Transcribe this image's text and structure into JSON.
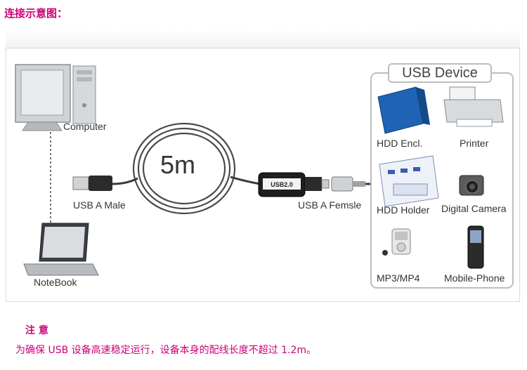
{
  "header": {
    "title": "连接示意图："
  },
  "diagram": {
    "computer_label": "Computer",
    "notebook_label": "NoteBook",
    "male_label": "USB  A Male",
    "female_label": "USB A Femsle",
    "cable_length": "5m",
    "repeater_label": "USB2.0",
    "device_panel": {
      "title": "USB Device",
      "items": [
        {
          "label": "HDD Encl.",
          "icon": "hdd-enclosure-icon"
        },
        {
          "label": "Printer",
          "icon": "printer-icon"
        },
        {
          "label": "HDD Holder",
          "icon": "hdd-holder-icon"
        },
        {
          "label": "Digital Camera",
          "icon": "camera-icon"
        },
        {
          "label": "MP3/MP4",
          "icon": "mp3-player-icon"
        },
        {
          "label": "Mobile-Phone",
          "icon": "mobile-phone-icon"
        }
      ]
    }
  },
  "notice": {
    "title": "注 意",
    "text": "为确保 USB 设备高速稳定运行，设备本身的配线长度不超过 1.2m。"
  },
  "colors": {
    "accent": "#cc0077",
    "hdd_blue": "#1f64b4"
  }
}
